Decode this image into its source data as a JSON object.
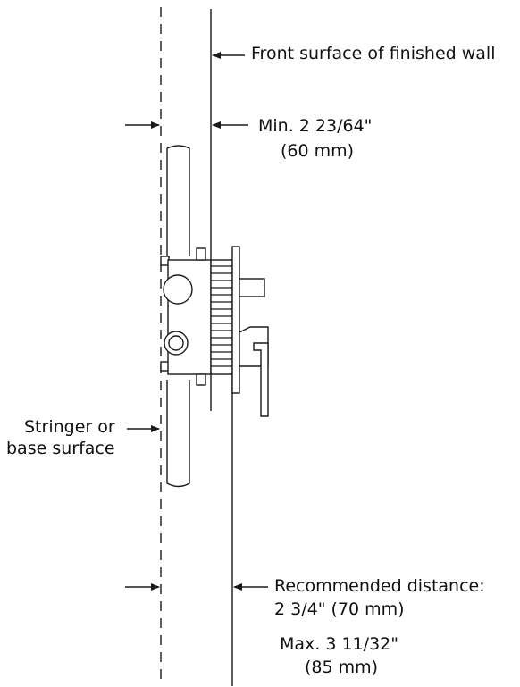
{
  "labels": {
    "front_surface": "Front surface of finished wall",
    "min_line1": "Min. 2 23/64\"",
    "min_line2": "(60 mm)",
    "stringer_line1": "Stringer or",
    "stringer_line2": "base surface",
    "recommended_line1": "Recommended distance:",
    "recommended_line2": "2 3/4\"  (70 mm)",
    "max_line1": "Max. 3 11/32\"",
    "max_line2": "(85 mm)"
  },
  "colors": {
    "line": "#1a1a1a",
    "text": "#111111",
    "background": "#ffffff"
  }
}
